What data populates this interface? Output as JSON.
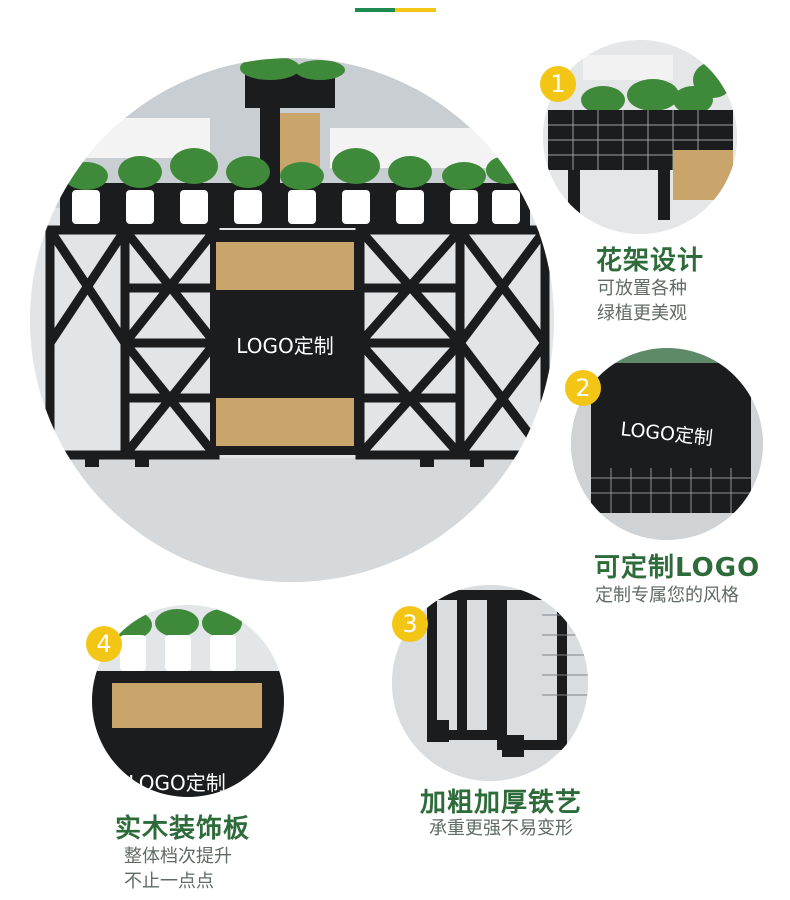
{
  "colors": {
    "accent_green": "#1e8a4f",
    "accent_yellow": "#f3c514",
    "title_green": "#2e6b3a",
    "subtitle_gray": "#5f6b64",
    "frame_black": "#1b1c1d",
    "wood": "#c9a56c",
    "plant": "#3f8a3a"
  },
  "hero": {
    "logo_text": "LOGO定制"
  },
  "features": [
    {
      "badge": "1",
      "title": "花架设计",
      "lines": [
        "可放置各种",
        "绿植更美观"
      ]
    },
    {
      "badge": "2",
      "title": "可定制LOGO",
      "lines": [
        "定制专属您的风格"
      ],
      "image_text": "LOGO定制"
    },
    {
      "badge": "3",
      "title": "加粗加厚铁艺",
      "lines": [
        "承重更强不易变形"
      ]
    },
    {
      "badge": "4",
      "title": "实木装饰板",
      "lines": [
        "整体档次提升",
        "不止一点点"
      ],
      "image_text": "LOGO定制"
    }
  ]
}
